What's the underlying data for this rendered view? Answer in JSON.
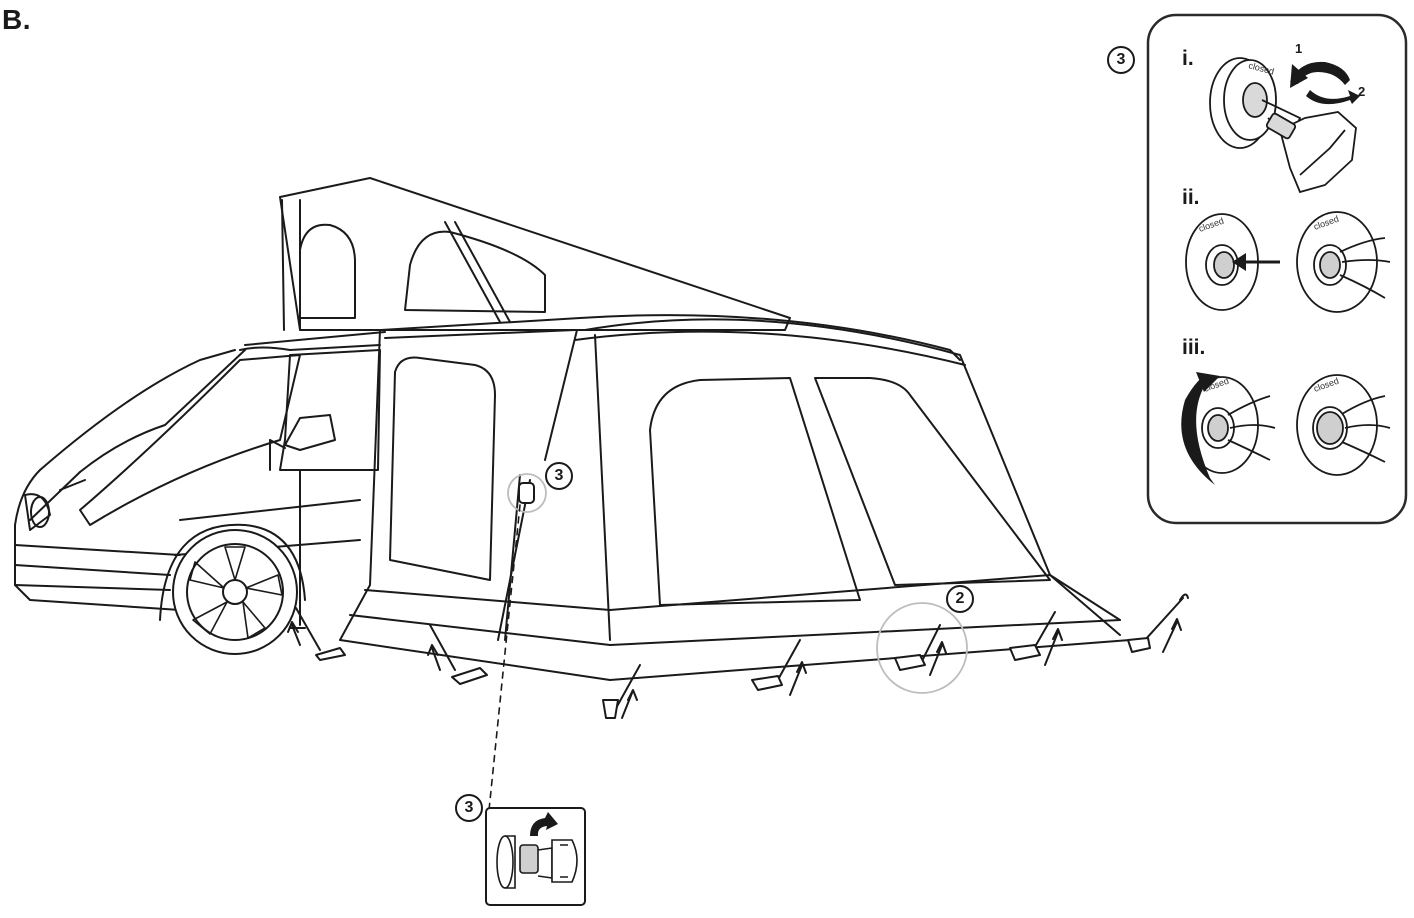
{
  "section_label": "B.",
  "main_callouts": [
    {
      "id": "valve",
      "label": "3"
    },
    {
      "id": "pegging",
      "label": "2"
    },
    {
      "id": "inset",
      "label": "3"
    }
  ],
  "detail_panel": {
    "step_label": "3",
    "steps": [
      {
        "label": "i.",
        "turn_markers": [
          "1",
          "2"
        ],
        "cap_text": "closed"
      },
      {
        "label": "ii.",
        "cap_text": "closed"
      },
      {
        "label": "iii.",
        "cap_text": "closed"
      }
    ]
  },
  "colors": {
    "line": "#1a1a1a",
    "panel_border": "#2a2a2a",
    "light_line": "#bdbdbd",
    "shade": "#d9d9d9"
  },
  "icons": [
    "van-outline",
    "awning-outline",
    "peg-arrow-icon",
    "valve-cap-icon",
    "rotate-arrow-icon",
    "push-arrow-icon"
  ]
}
